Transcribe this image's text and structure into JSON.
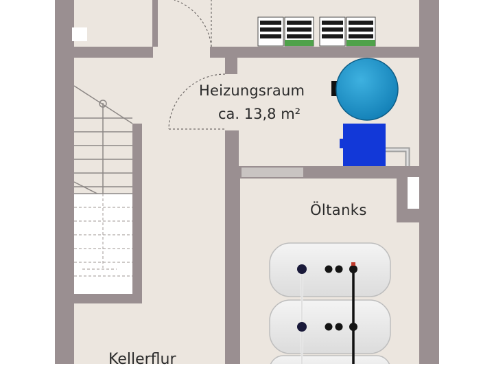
{
  "rooms": {
    "heating_room": {
      "name": "Heizungsraum",
      "area": "ca. 13,8 m²"
    },
    "oil_tanks": {
      "name": "Öltanks"
    },
    "basement_corridor": {
      "name": "Kellerflur"
    }
  },
  "colors": {
    "wall": "#9a8f91",
    "floor": "#ece6df",
    "inner_floor": "#f4f1ec",
    "text": "#2b2b2b",
    "boiler_blue": "#1f8fc4",
    "burner_blue": "#1238d8",
    "tank_gray": "#e9e9e9"
  },
  "icons": [
    "door-swing",
    "staircase",
    "boiler-tank",
    "burner-unit",
    "oil-tank",
    "electrical-panel"
  ]
}
